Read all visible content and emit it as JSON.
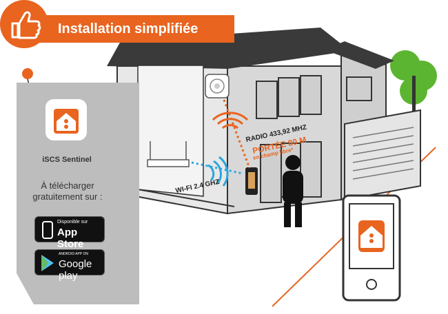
{
  "banner": {
    "title": "Installation simplifiée"
  },
  "app": {
    "name": "iSCS Sentinel",
    "download_line1": "À télécharger",
    "download_line2": "gratuitement sur :"
  },
  "stores": {
    "apple_small": "Disponible sur",
    "apple_big": "App Store",
    "google_small": "ANDROID APP ON",
    "google_big": "Google play"
  },
  "diagram": {
    "radio_label": "RADIO 433,92 MHZ",
    "range_label": "PORTÉE 80 M",
    "range_sub": "en champ libre*",
    "wifi_label": "WI-FI 2.4 GHZ"
  },
  "colors": {
    "accent": "#e8641f",
    "wifi": "#2aa6dc"
  }
}
